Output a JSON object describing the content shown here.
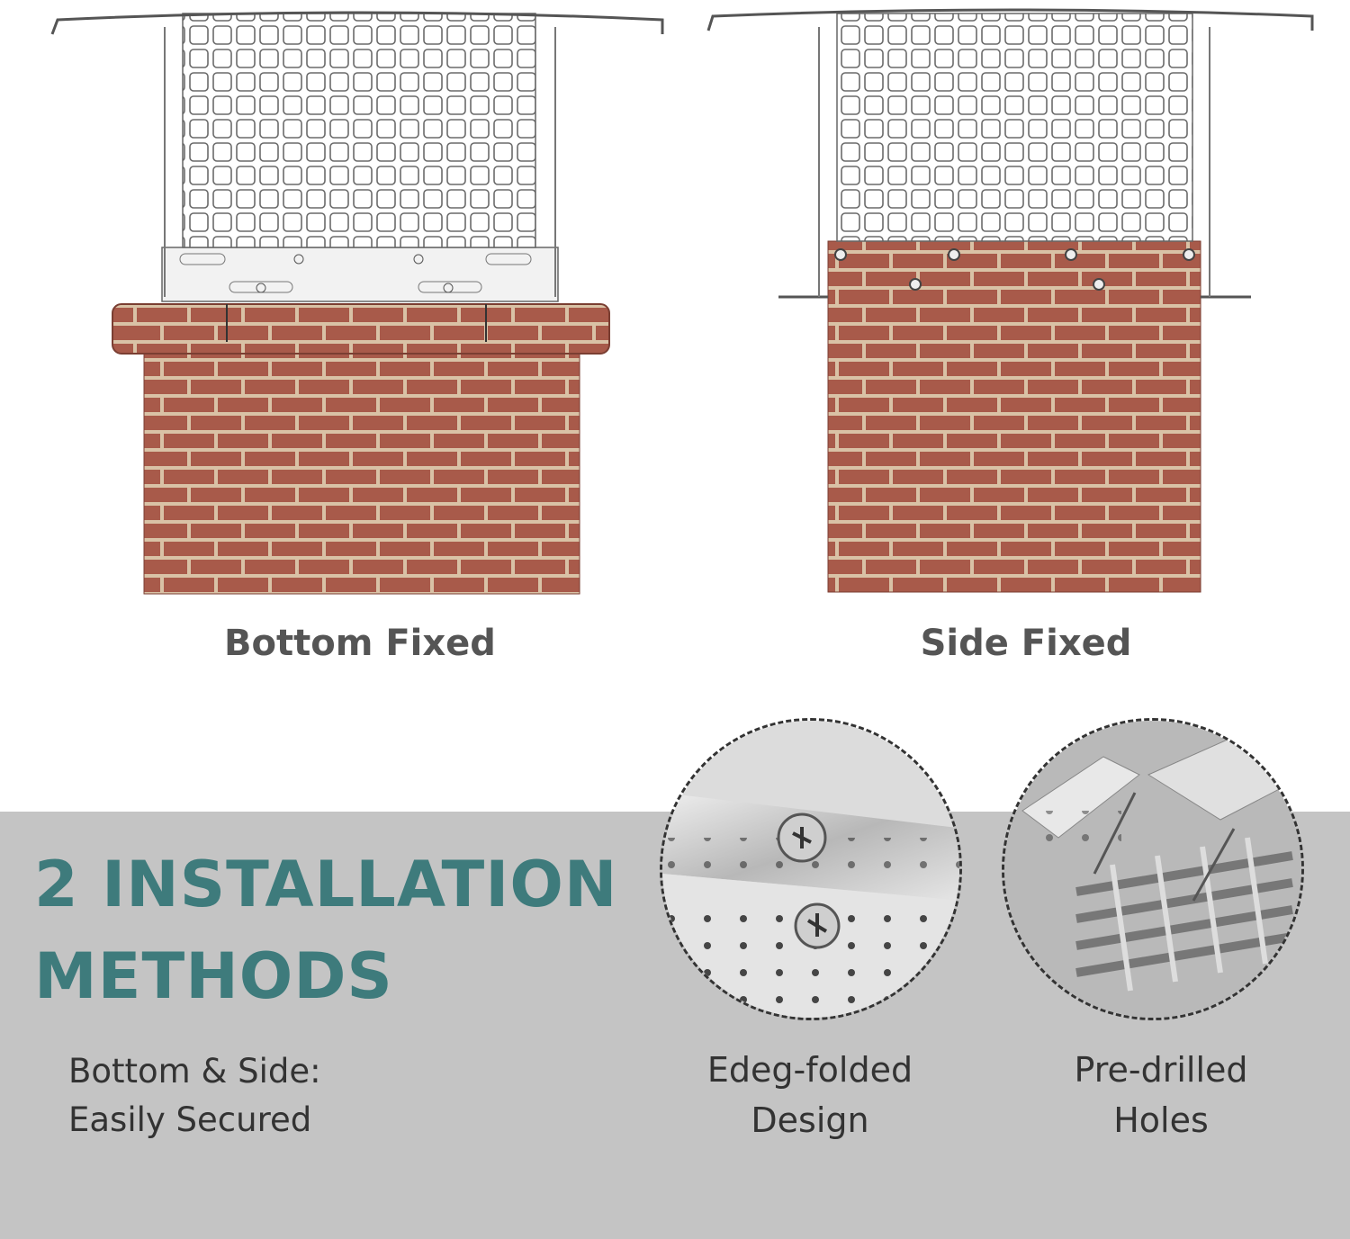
{
  "installation_views": [
    {
      "caption": "Bottom Fixed"
    },
    {
      "caption": "Side Fixed"
    }
  ],
  "headline": {
    "line1": "2 INSTALLATION",
    "line2": "METHODS"
  },
  "description": {
    "line1": "Bottom & Side:",
    "line2": "Easily Secured"
  },
  "features": [
    {
      "line1": "Edeg-folded",
      "line2": "Design"
    },
    {
      "line1": "Pre-drilled",
      "line2": "Holes"
    }
  ],
  "colors": {
    "headline": "#3e7b7c",
    "brick": "#a85a4a",
    "mortar": "#d9c2a6",
    "band": "#c4c4c4",
    "caption": "#555555"
  }
}
